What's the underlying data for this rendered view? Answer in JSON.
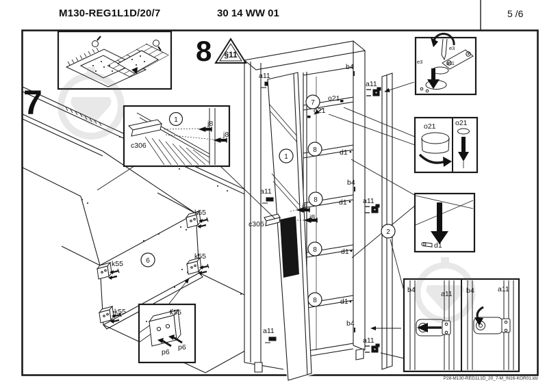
{
  "header": {
    "model": "M130-REG1L1D/20/7",
    "code": "30 14 WW 01",
    "page": "5 /6"
  },
  "steps": {
    "step7": "7",
    "step8": "8"
  },
  "warning_ref": "§11",
  "parts": {
    "handle": "c306",
    "handle_screw": "j8",
    "foot": "k55",
    "foot_screw": "p6",
    "hinge_plate": "a11",
    "hinge_adjust_screw": "e3",
    "shelf_cam": "o21",
    "shelf_dowel": "d1",
    "hinge_cup": "b4"
  },
  "panel_refs": {
    "door": "1",
    "side_panel": "2",
    "bottom_panel": "6",
    "cam_shelf": "7",
    "dowel_shelf": "8"
  },
  "footer": {
    "doc_id": "P28-M130-REG1L1D_20_7-M_IN16-KOR01.idz"
  }
}
